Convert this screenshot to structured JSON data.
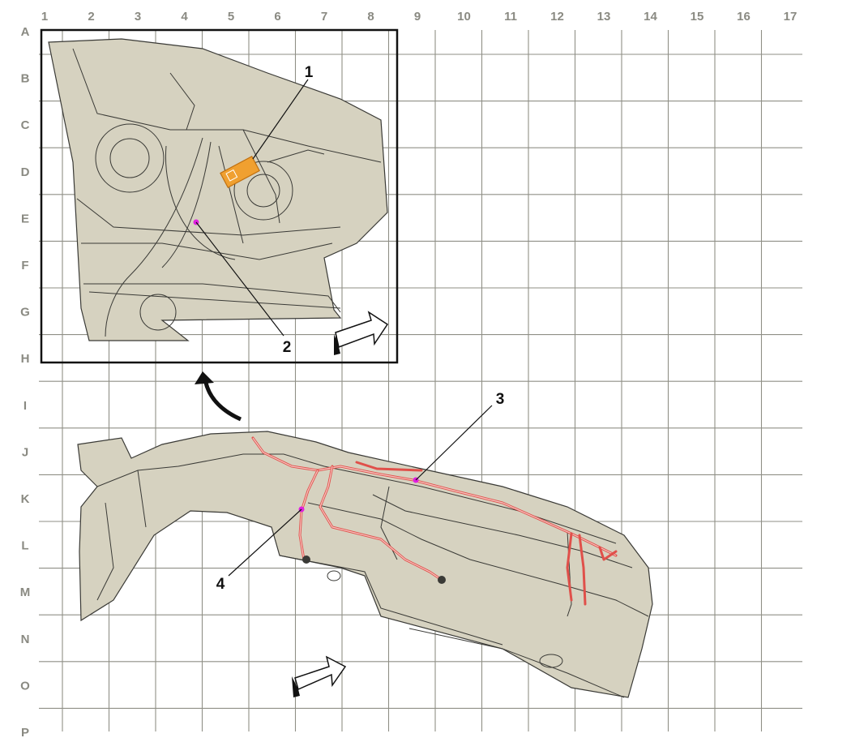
{
  "grid": {
    "columns": [
      "1",
      "2",
      "3",
      "4",
      "5",
      "6",
      "7",
      "8",
      "9",
      "10",
      "11",
      "12",
      "13",
      "14",
      "15",
      "16",
      "17"
    ],
    "rows": [
      "A",
      "B",
      "C",
      "D",
      "E",
      "F",
      "G",
      "H",
      "I",
      "J",
      "K",
      "L",
      "M",
      "N",
      "O",
      "P"
    ]
  },
  "callouts": [
    {
      "id": "1",
      "text": "1"
    },
    {
      "id": "2",
      "text": "2"
    },
    {
      "id": "3",
      "text": "3"
    },
    {
      "id": "4",
      "text": "4"
    }
  ],
  "colors": {
    "grid_line": "#8f8f86",
    "label": "#8a8a82",
    "body_fill": "#d6d2c0",
    "harness": "#e0504a",
    "highlight_component": "#f0a030",
    "connector_dot": "#e020e0",
    "outline": "#3a3a36"
  },
  "icons": [
    "direction-arrow-icon",
    "zoom-arrow-icon",
    "connector-highlight-icon"
  ]
}
